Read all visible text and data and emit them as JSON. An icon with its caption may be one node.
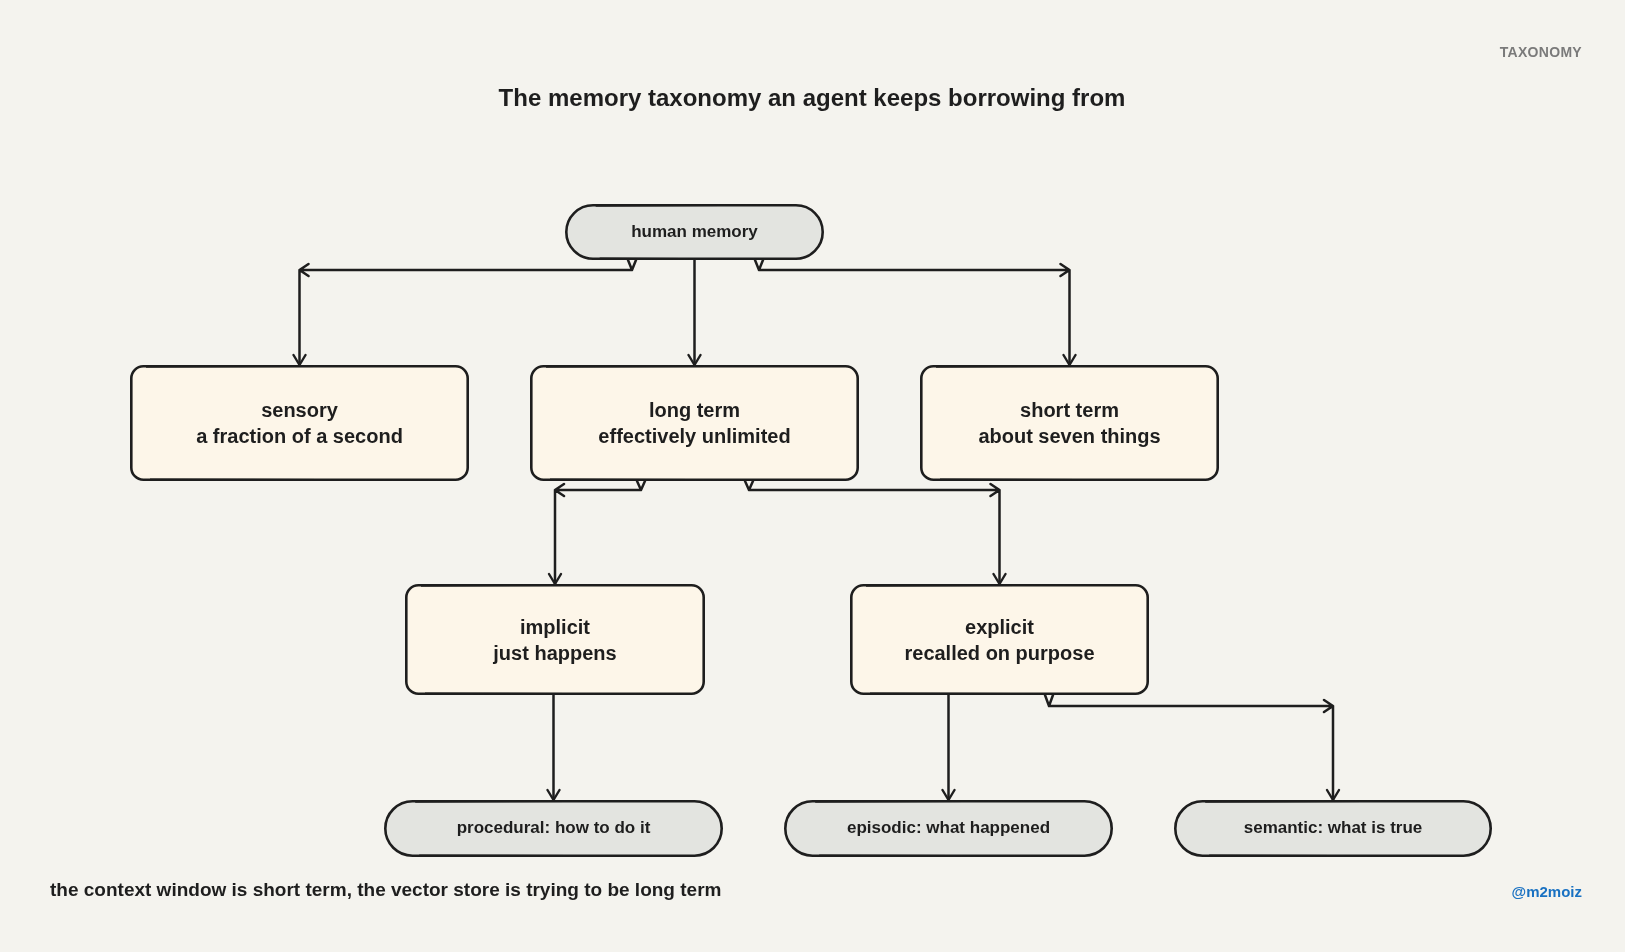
{
  "diagram": {
    "title": "The memory taxonomy an agent keeps borrowing from",
    "caption": "the context window is short term, the vector store is trying to be long term",
    "nodes": [
      {
        "text": [
          "human memory"
        ]
      },
      {
        "text": [
          "sensory",
          "a fraction of a second"
        ]
      },
      {
        "text": [
          "long term",
          "effectively unlimited"
        ]
      },
      {
        "text": [
          "short term",
          "about seven things"
        ]
      },
      {
        "text": [
          "implicit",
          "just happens"
        ]
      },
      {
        "text": [
          "explicit",
          "recalled on purpose"
        ]
      },
      {
        "text": [
          "procedural: how to do it"
        ]
      },
      {
        "text": [
          "episodic: what happened"
        ]
      },
      {
        "text": [
          "semantic: what is true"
        ]
      }
    ],
    "edges": [
      {
        "from": 0,
        "to": 1,
        "arrow": "to"
      },
      {
        "from": 0,
        "to": 2,
        "arrow": "to"
      },
      {
        "from": 0,
        "to": 3,
        "arrow": "to"
      },
      {
        "from": 2,
        "to": 4,
        "arrow": "to"
      },
      {
        "from": 2,
        "to": 5,
        "arrow": "to"
      },
      {
        "from": 4,
        "to": 6,
        "arrow": "to"
      },
      {
        "from": 5,
        "to": 7,
        "arrow": "to"
      },
      {
        "from": 5,
        "to": 8,
        "arrow": "to"
      }
    ],
    "labels": [
      "TAXONOMY",
      "@m2moiz"
    ]
  }
}
